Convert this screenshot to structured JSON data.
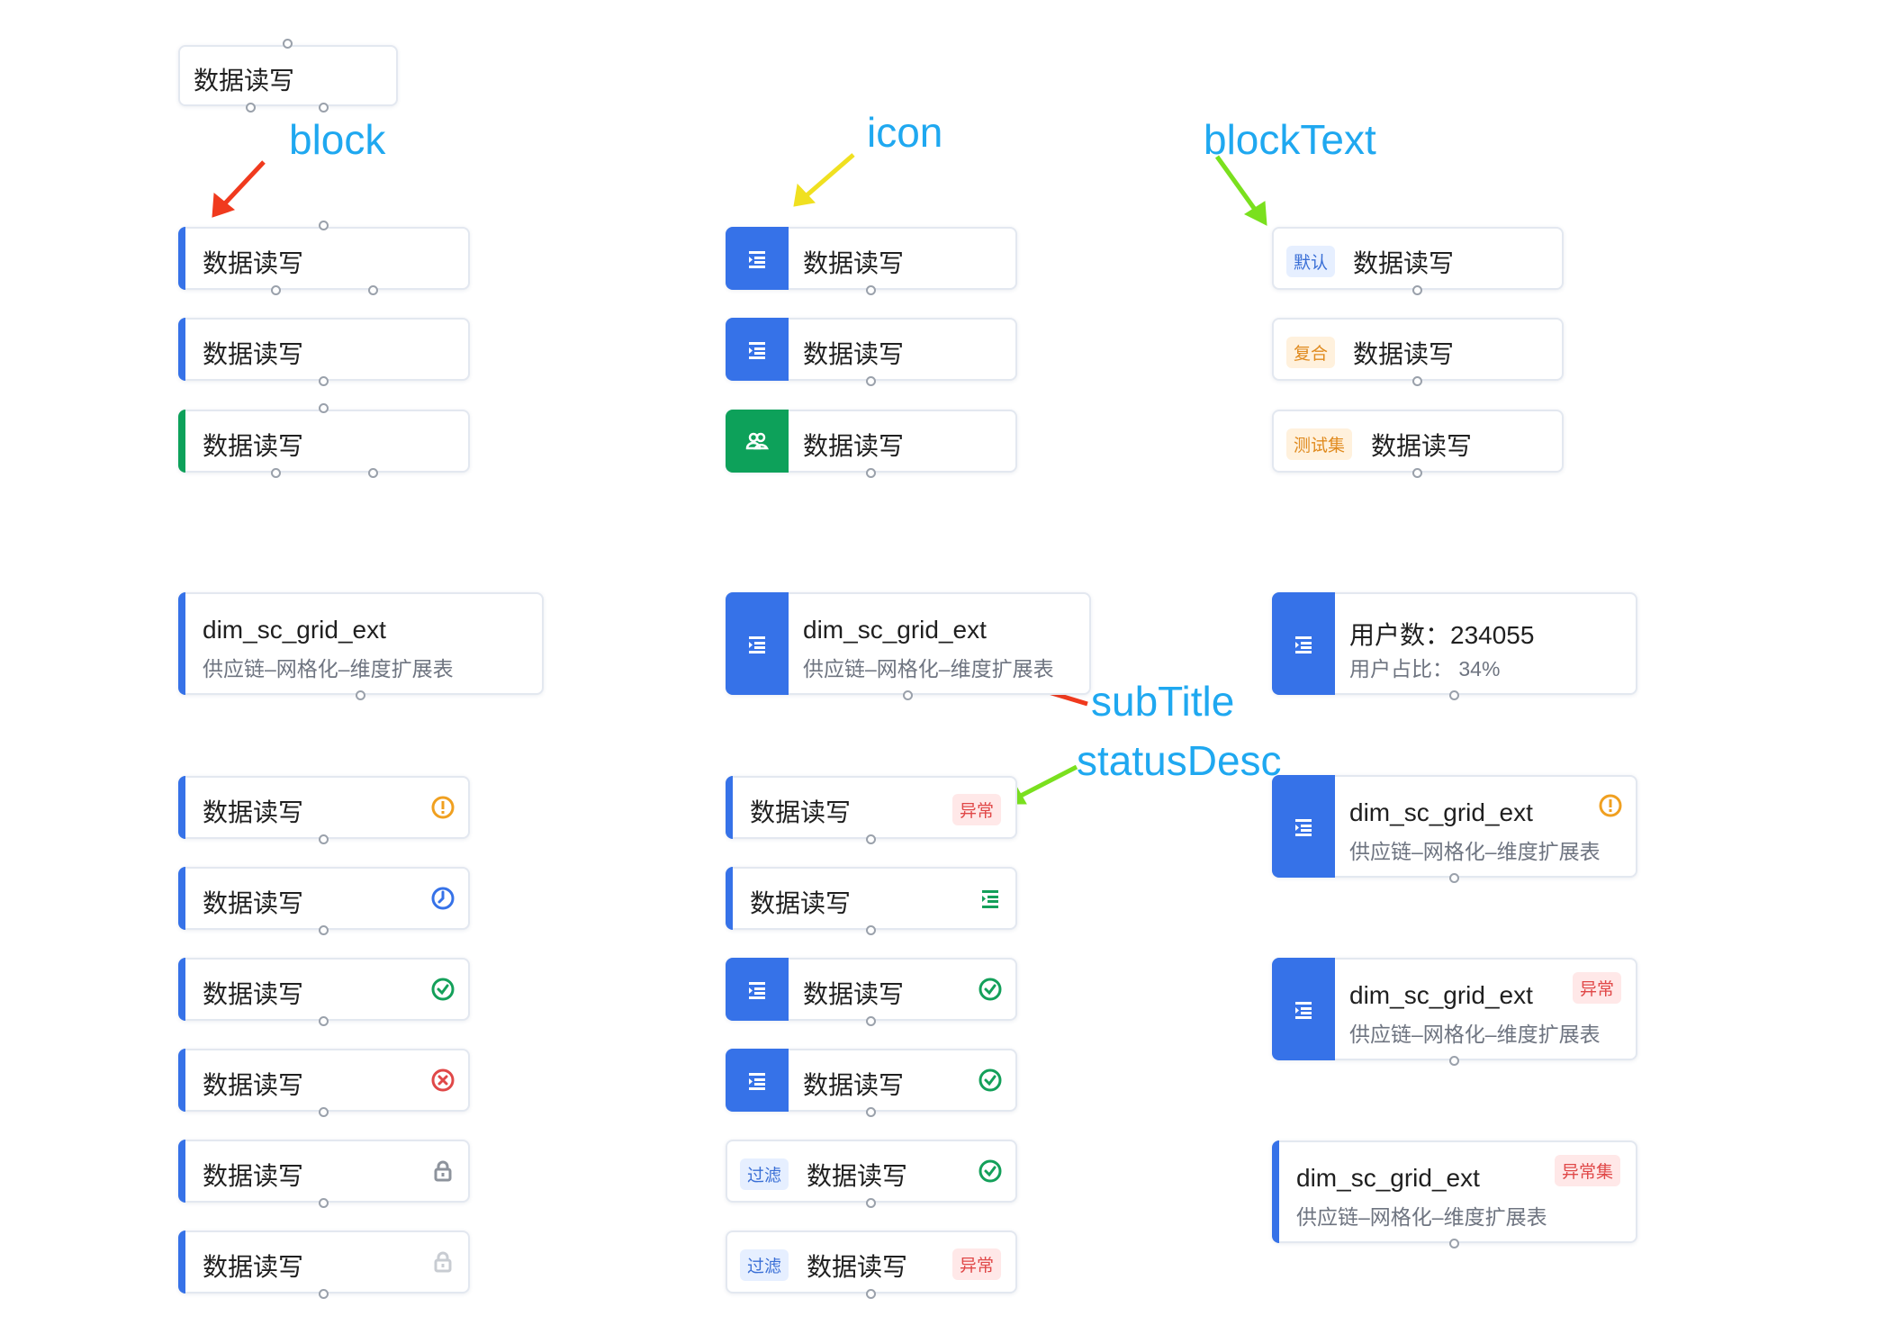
{
  "annotations": {
    "block": "block",
    "icon": "icon",
    "blockText": "blockText",
    "subTitle": "subTitle",
    "statusDesc": "statusDesc"
  },
  "colors": {
    "accent_blue": "#3672e8",
    "accent_green": "#0da15a",
    "status_orange": "#f0a020",
    "status_green": "#14a05a",
    "status_red": "#e04848",
    "annotation_text": "#1fa8f0"
  },
  "labels": {
    "read_write": "数据读写",
    "table_name": "dim_sc_grid_ext",
    "table_desc": "供应链–网格化–维度扩展表",
    "user_count": "用户数：234055",
    "user_ratio": "用户占比：  34%"
  },
  "tags": {
    "default": "默认",
    "composite": "复合",
    "testset": "测试集",
    "error": "异常",
    "filter": "过滤",
    "error_set": "异常集"
  },
  "icons": {
    "table": "table-list-icon",
    "users": "users-icon",
    "warning": "warning-icon",
    "clock": "clock-icon",
    "success": "check-circle-icon",
    "failure": "error-circle-icon",
    "locked": "lock-icon",
    "locked_disabled": "lock-disabled-icon",
    "list": "list-indent-icon"
  }
}
